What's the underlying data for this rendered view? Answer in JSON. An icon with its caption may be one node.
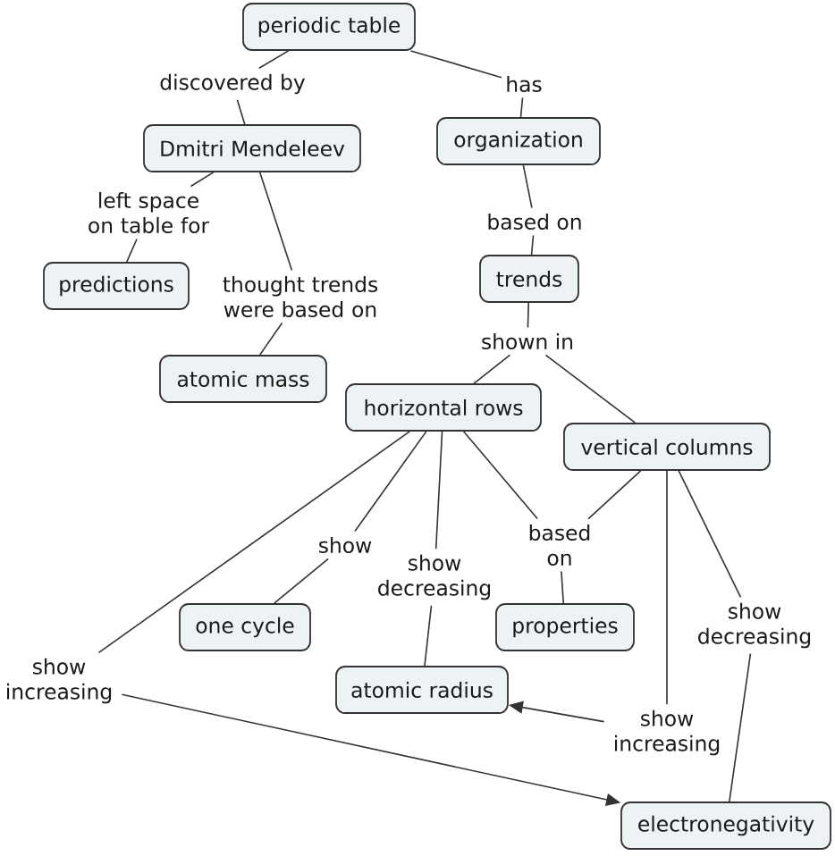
{
  "diagram": {
    "nodes": [
      {
        "text": [
          "periodic table"
        ]
      },
      {
        "text": [
          "discovered by"
        ]
      },
      {
        "text": [
          "has"
        ]
      },
      {
        "text": [
          "Dmitri Mendeleev"
        ]
      },
      {
        "text": [
          "organization"
        ]
      },
      {
        "text": [
          "left space on table for"
        ]
      },
      {
        "text": [
          "based on"
        ]
      },
      {
        "text": [
          "predictions"
        ]
      },
      {
        "text": [
          "thought trends were based on"
        ]
      },
      {
        "text": [
          "trends"
        ]
      },
      {
        "text": [
          "shown in"
        ]
      },
      {
        "text": [
          "atomic mass"
        ]
      },
      {
        "text": [
          "horizontal rows"
        ]
      },
      {
        "text": [
          "vertical columns"
        ]
      },
      {
        "text": [
          "show"
        ]
      },
      {
        "text": [
          "show decreasing"
        ]
      },
      {
        "text": [
          "based on"
        ]
      },
      {
        "text": [
          "show decreasing"
        ]
      },
      {
        "text": [
          "one cycle"
        ]
      },
      {
        "text": [
          "properties"
        ]
      },
      {
        "text": [
          "show increasing"
        ]
      },
      {
        "text": [
          "atomic radius"
        ]
      },
      {
        "text": [
          "show increasing"
        ]
      },
      {
        "text": [
          "electronegativity"
        ]
      }
    ],
    "edges": [
      {
        "from": 0,
        "to": 1,
        "arrow": "none"
      },
      {
        "from": 1,
        "to": 3,
        "arrow": "none"
      },
      {
        "from": 0,
        "to": 2,
        "arrow": "none"
      },
      {
        "from": 2,
        "to": 4,
        "arrow": "none"
      },
      {
        "from": 3,
        "to": 5,
        "arrow": "none"
      },
      {
        "from": 5,
        "to": 7,
        "arrow": "none"
      },
      {
        "from": 3,
        "to": 8,
        "arrow": "none"
      },
      {
        "from": 8,
        "to": 11,
        "arrow": "none"
      },
      {
        "from": 4,
        "to": 6,
        "arrow": "none"
      },
      {
        "from": 6,
        "to": 9,
        "arrow": "none"
      },
      {
        "from": 9,
        "to": 10,
        "arrow": "none"
      },
      {
        "from": 10,
        "to": 12,
        "arrow": "none"
      },
      {
        "from": 10,
        "to": 13,
        "arrow": "none"
      },
      {
        "from": 12,
        "to": 14,
        "arrow": "none"
      },
      {
        "from": 14,
        "to": 18,
        "arrow": "none"
      },
      {
        "from": 12,
        "to": 15,
        "arrow": "none"
      },
      {
        "from": 15,
        "to": 21,
        "arrow": "none"
      },
      {
        "from": 12,
        "to": 16,
        "arrow": "none"
      },
      {
        "from": 13,
        "to": 16,
        "arrow": "none"
      },
      {
        "from": 16,
        "to": 19,
        "arrow": "none"
      },
      {
        "from": 12,
        "to": 20,
        "arrow": "none"
      },
      {
        "from": 20,
        "to": 23,
        "arrow": "to"
      },
      {
        "from": 13,
        "to": 22,
        "arrow": "none"
      },
      {
        "from": 22,
        "to": 21,
        "arrow": "to"
      },
      {
        "from": 13,
        "to": 17,
        "arrow": "none"
      },
      {
        "from": 17,
        "to": 23,
        "arrow": "none"
      }
    ]
  }
}
